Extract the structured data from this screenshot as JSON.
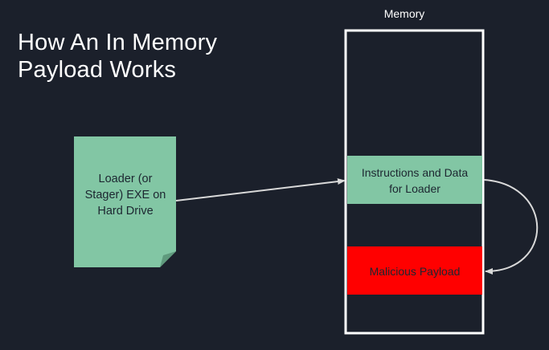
{
  "title": {
    "line1": "How An In Memory",
    "line2": "Payload Works"
  },
  "memory": {
    "label": "Memory",
    "border_color": "#ffffff"
  },
  "loader_doc": {
    "line1": "Loader (or",
    "line2": "Stager) EXE on",
    "line3": "Hard Drive",
    "fill": "#82c6a4"
  },
  "instructions_block": {
    "line1": "Instructions and Data",
    "line2": "for Loader",
    "fill": "#82c6a4"
  },
  "payload_block": {
    "label": "Malicious Payload",
    "fill": "#ff0000"
  },
  "colors": {
    "background": "#1b202b",
    "arrow": "#d9d9d9"
  }
}
